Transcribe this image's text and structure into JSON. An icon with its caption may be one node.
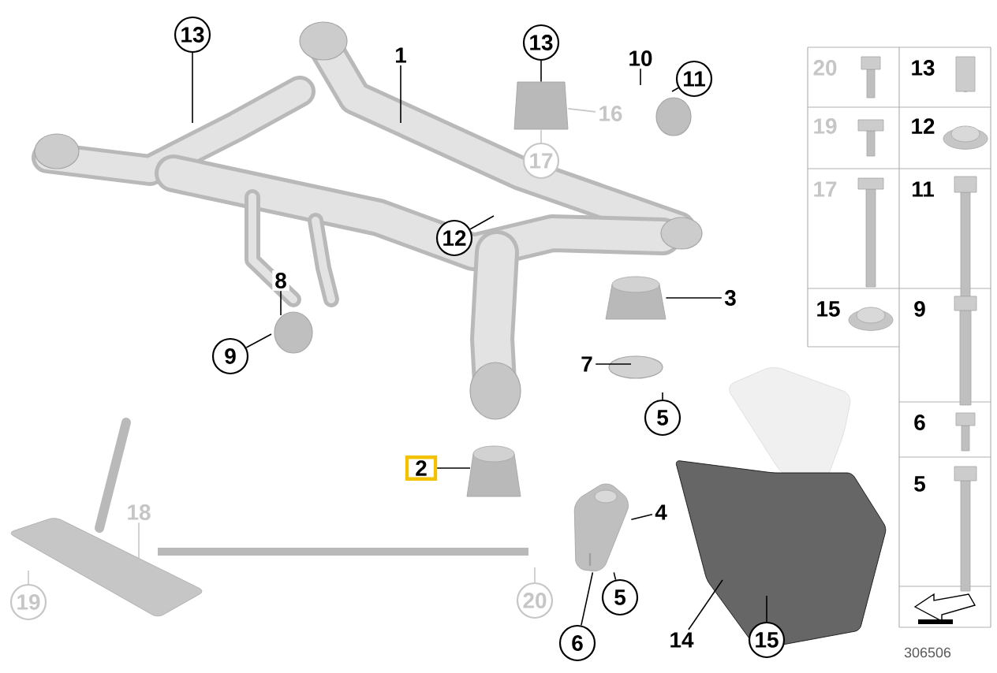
{
  "diagram": {
    "nodes": [
      {
        "text": [
          "13"
        ]
      },
      {
        "text": [
          "1"
        ]
      },
      {
        "text": [
          "13"
        ]
      },
      {
        "text": [
          "10"
        ]
      },
      {
        "text": [
          "11"
        ]
      },
      {
        "text": [
          "16"
        ]
      },
      {
        "text": [
          "17"
        ]
      },
      {
        "text": [
          "12"
        ]
      },
      {
        "text": [
          "8"
        ]
      },
      {
        "text": [
          "3"
        ]
      },
      {
        "text": [
          "9"
        ]
      },
      {
        "text": [
          "7"
        ]
      },
      {
        "text": [
          "5"
        ]
      },
      {
        "text": [
          "2"
        ]
      },
      {
        "text": [
          "4"
        ]
      },
      {
        "text": [
          "18"
        ]
      },
      {
        "text": [
          "20"
        ]
      },
      {
        "text": [
          "5"
        ]
      },
      {
        "text": [
          "19"
        ]
      },
      {
        "text": [
          "6"
        ]
      },
      {
        "text": [
          "14"
        ]
      },
      {
        "text": [
          "15"
        ]
      },
      {
        "text": [],
        "shape": "box"
      },
      {
        "text": [],
        "shape": "picture"
      },
      {
        "text": [],
        "shape": "cylinder"
      }
    ],
    "edges": [
      {
        "from": 0,
        "to": null,
        "arrow": "none"
      },
      {
        "from": 1,
        "to": null,
        "arrow": "none"
      },
      {
        "from": 2,
        "to": 22,
        "arrow": "none"
      },
      {
        "from": 3,
        "to": null,
        "arrow": "none"
      },
      {
        "from": 4,
        "to": null,
        "arrow": "none"
      },
      {
        "from": 5,
        "to": 22,
        "arrow": "none",
        "color": "#c6c6c6"
      },
      {
        "from": 6,
        "to": 22,
        "arrow": "none",
        "color": "#c6c6c6"
      },
      {
        "from": 7,
        "to": null,
        "arrow": "none"
      },
      {
        "from": 8,
        "to": null,
        "arrow": "none"
      },
      {
        "from": 9,
        "to": 24,
        "arrow": "none"
      },
      {
        "from": 10,
        "to": null,
        "arrow": "none"
      },
      {
        "from": 11,
        "to": null,
        "arrow": "none"
      },
      {
        "from": 12,
        "to": null,
        "arrow": "none"
      },
      {
        "from": 13,
        "to": null,
        "arrow": "none"
      },
      {
        "from": 14,
        "to": 23,
        "arrow": "none"
      },
      {
        "from": 15,
        "to": null,
        "arrow": "none",
        "color": "#c6c6c6"
      },
      {
        "from": 16,
        "to": null,
        "arrow": "none",
        "color": "#c6c6c6"
      },
      {
        "from": 17,
        "to": 23,
        "arrow": "none"
      },
      {
        "from": 18,
        "to": null,
        "arrow": "none",
        "color": "#c6c6c6"
      },
      {
        "from": 19,
        "to": 23,
        "arrow": "none"
      },
      {
        "from": 20,
        "to": null,
        "arrow": "none"
      },
      {
        "from": 21,
        "to": null,
        "arrow": "none"
      }
    ],
    "labels": [
      "20",
      "13",
      "19",
      "12",
      "17",
      "11",
      "15",
      "9",
      "6",
      "5",
      "306506"
    ]
  }
}
